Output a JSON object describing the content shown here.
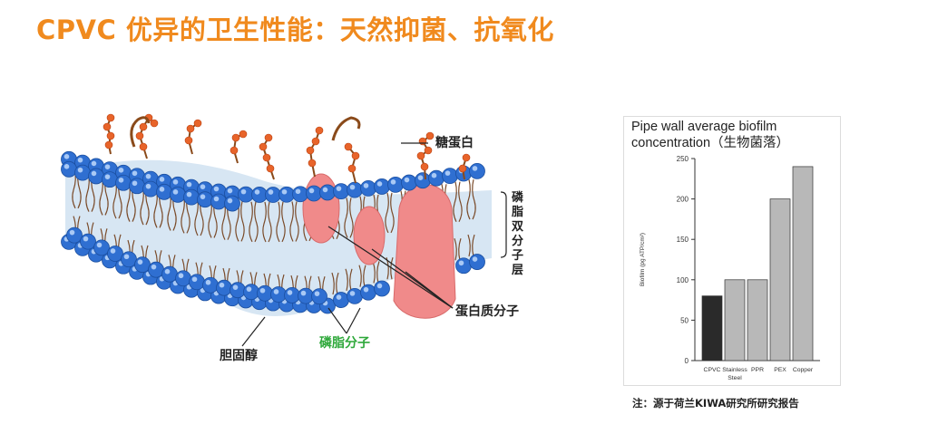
{
  "slide": {
    "title": "CPVC 优异的卫生性能：天然抑菌、抗氧化",
    "title_color": "#f08a1e",
    "source_note": "注：源于荷兰KIWA研究所研究报告"
  },
  "membrane_figure": {
    "labels": {
      "glycoprotein": "糖蛋白",
      "bilayer": "磷脂双分子层",
      "protein": "蛋白质分子",
      "phospholipid": "磷脂分子",
      "cholesterol": "胆固醇"
    },
    "colors": {
      "phospholipid_head": "#2f6fd1",
      "sugar_chain": "#e8642a",
      "protein": "#f08a8a",
      "tail": "#7a4b2a",
      "cholesterol": "#f2c21a",
      "phospholipid_label": "#2ea83a"
    }
  },
  "chart_data": {
    "type": "bar",
    "title_line1": "Pipe wall average biofilm",
    "title_line2": "concentration（生物菌落）",
    "ylabel": "Biofilm (pg ATP/cm²)",
    "ylim": [
      0,
      250
    ],
    "yticks": [
      0,
      50,
      100,
      150,
      200,
      250
    ],
    "categories": [
      [
        "CPVC"
      ],
      [
        "Stainless",
        "Steel"
      ],
      [
        "PPR"
      ],
      [
        "PEX"
      ],
      [
        "Copper"
      ]
    ],
    "values": [
      80,
      100,
      100,
      200,
      240
    ],
    "colors": [
      "#2a2a2a",
      "#b8b8b8",
      "#b8b8b8",
      "#b8b8b8",
      "#b8b8b8"
    ]
  }
}
